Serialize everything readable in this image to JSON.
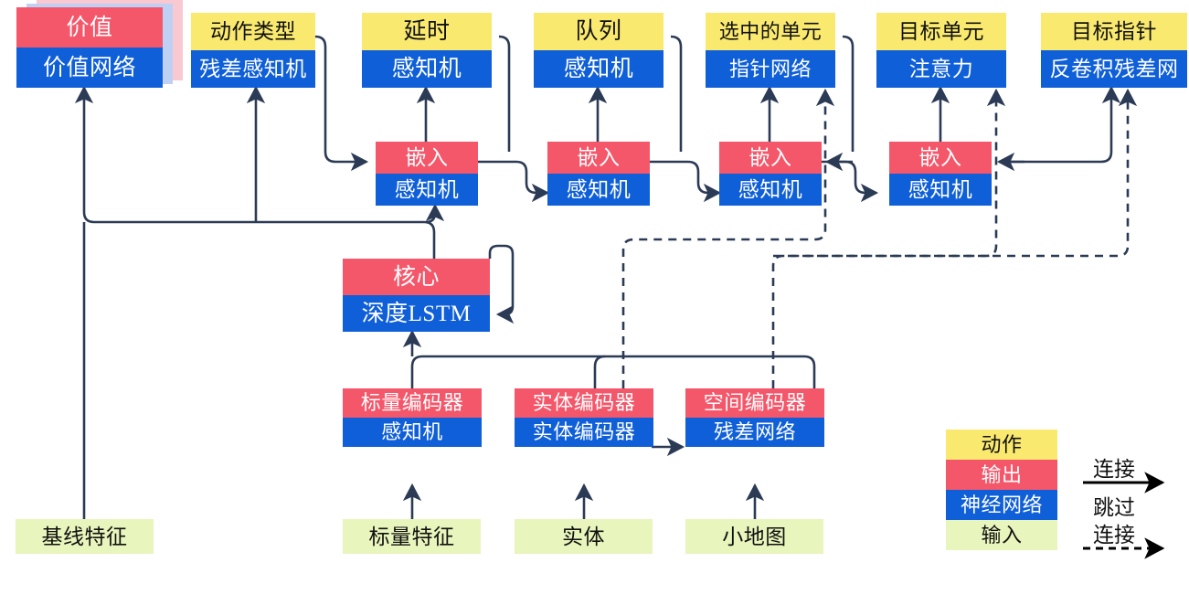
{
  "diagram": {
    "title": "AlphaStar-style agent architecture (Chinese labels)",
    "palette": {
      "action": "#FAE96F",
      "output": "#F4566A",
      "network": "#0F5FD8",
      "input": "#E8F5BC",
      "wire": "#2B3A55",
      "legend_arrow": "#000000"
    }
  },
  "nodes": {
    "value": {
      "top": "价值",
      "bottom": "价值网络"
    },
    "action_type": {
      "top": "动作类型",
      "bottom": "残差感知机"
    },
    "delay": {
      "top": "延时",
      "bottom": "感知机"
    },
    "queue": {
      "top": "队列",
      "bottom": "感知机"
    },
    "selected": {
      "top": "选中的单元",
      "bottom": "指针网络"
    },
    "target_unit": {
      "top": "目标单元",
      "bottom": "注意力"
    },
    "target_point": {
      "top": "目标指针",
      "bottom": "反卷积残差网"
    },
    "embed1": {
      "top": "嵌入",
      "bottom": "感知机"
    },
    "embed2": {
      "top": "嵌入",
      "bottom": "感知机"
    },
    "embed3": {
      "top": "嵌入",
      "bottom": "感知机"
    },
    "embed4": {
      "top": "嵌入",
      "bottom": "感知机"
    },
    "core": {
      "top": "核心",
      "bottom": "深度LSTM"
    },
    "scalar_enc": {
      "top": "标量编码器",
      "bottom": "感知机"
    },
    "entity_enc": {
      "top": "实体编码器",
      "bottom": "实体编码器"
    },
    "spatial_enc": {
      "top": "空间编码器",
      "bottom": "残差网络"
    }
  },
  "inputs": {
    "baseline": "基线特征",
    "scalar": "标量特征",
    "entity": "实体",
    "minimap": "小地图"
  },
  "legend": {
    "action": "动作",
    "output": "输出",
    "network": "神经网络",
    "input": "输入",
    "connection": "连接",
    "skip_line1": "跳过",
    "skip_line2": "连接"
  }
}
